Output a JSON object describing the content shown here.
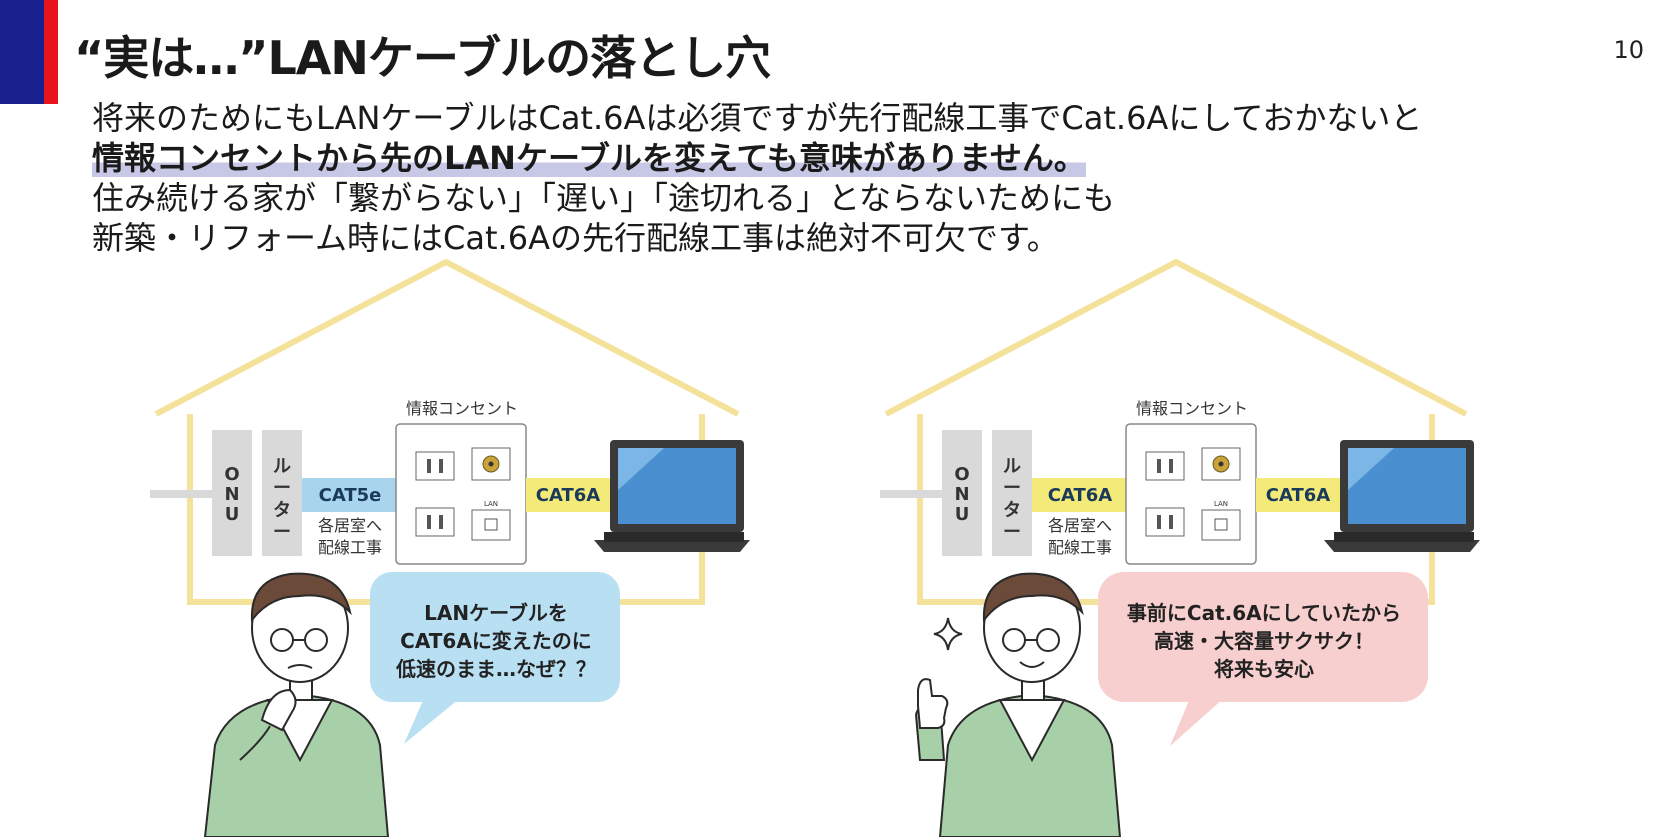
{
  "page": {
    "title": "“実は…”LANケーブルの落とし穴",
    "number": "10"
  },
  "body": {
    "line1": "将来のためにもLANケーブルはCat.6Aは必須ですが先行配線工事でCat.6Aにしておかないと",
    "line2": "情報コンセントから先のLANケーブルを変えても意味がありません。",
    "line3": "住み続ける家が「繋がらない」「遅い」「途切れる」とならないためにも",
    "line4": "新築・リフォーム時にはCat.6Aの先行配線工事は絶対不可欠です。"
  },
  "left_house": {
    "onu": [
      "O",
      "N",
      "U"
    ],
    "router": [
      "ル",
      "ー",
      "タ",
      "ー"
    ],
    "wall_cable": "CAT5e",
    "wiring_note": [
      "各居室へ",
      "配線工事"
    ],
    "outlet_label": "情報コンセント",
    "lan_tag": "LAN",
    "pc_cable": "CAT6A",
    "bubble": [
      "LANケーブルを",
      "CAT6Aに変えたのに",
      "低速のまま…なぜ？？"
    ]
  },
  "right_house": {
    "onu": [
      "O",
      "N",
      "U"
    ],
    "router": [
      "ル",
      "ー",
      "タ",
      "ー"
    ],
    "wall_cable": "CAT6A",
    "wiring_note": [
      "各居室へ",
      "配線工事"
    ],
    "outlet_label": "情報コンセント",
    "lan_tag": "LAN",
    "pc_cable": "CAT6A",
    "bubble": [
      "事前にCat.6Aにしていたから",
      "高速・大容量サクサク！",
      "将来も安心"
    ]
  },
  "colors": {
    "brand_blue": "#1a1f8e",
    "brand_red": "#e8141c",
    "house_outline": "#f5e29a",
    "cable_old": "#a8d4ee",
    "cable_new": "#f3ea7a",
    "bubble_left": "#b9dff3",
    "bubble_right": "#f8cfcf",
    "shirt": "#a8d0a8",
    "hair": "#6b4a3a"
  }
}
